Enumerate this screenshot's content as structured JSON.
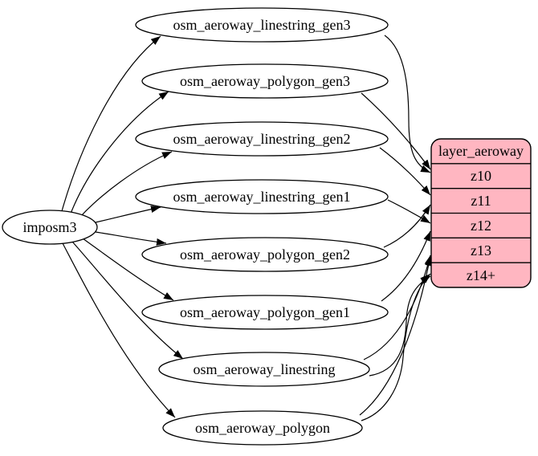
{
  "diagram": {
    "background": "#ffffff",
    "source": {
      "label": "imposm3"
    },
    "tables": [
      {
        "label": "osm_aeroway_linestring_gen3"
      },
      {
        "label": "osm_aeroway_polygon_gen3"
      },
      {
        "label": "osm_aeroway_linestring_gen2"
      },
      {
        "label": "osm_aeroway_linestring_gen1"
      },
      {
        "label": "osm_aeroway_polygon_gen2"
      },
      {
        "label": "osm_aeroway_polygon_gen1"
      },
      {
        "label": "osm_aeroway_linestring"
      },
      {
        "label": "osm_aeroway_polygon"
      }
    ],
    "layer": {
      "title": "layer_aeroway",
      "rows": [
        "z10",
        "z11",
        "z12",
        "z13",
        "z14+"
      ],
      "fill": "#ffb6c1",
      "stroke": "#000000"
    },
    "edges": [
      {
        "from": "imposm3",
        "to": "osm_aeroway_linestring_gen3"
      },
      {
        "from": "imposm3",
        "to": "osm_aeroway_polygon_gen3"
      },
      {
        "from": "imposm3",
        "to": "osm_aeroway_linestring_gen2"
      },
      {
        "from": "imposm3",
        "to": "osm_aeroway_linestring_gen1"
      },
      {
        "from": "imposm3",
        "to": "osm_aeroway_polygon_gen2"
      },
      {
        "from": "imposm3",
        "to": "osm_aeroway_polygon_gen1"
      },
      {
        "from": "imposm3",
        "to": "osm_aeroway_linestring"
      },
      {
        "from": "imposm3",
        "to": "osm_aeroway_polygon"
      },
      {
        "from": "osm_aeroway_linestring_gen3",
        "to": "layer_aeroway.z10"
      },
      {
        "from": "osm_aeroway_polygon_gen3",
        "to": "layer_aeroway.z10"
      },
      {
        "from": "osm_aeroway_linestring_gen2",
        "to": "layer_aeroway.z11"
      },
      {
        "from": "osm_aeroway_polygon_gen2",
        "to": "layer_aeroway.z11"
      },
      {
        "from": "osm_aeroway_linestring_gen1",
        "to": "layer_aeroway.z12"
      },
      {
        "from": "osm_aeroway_polygon_gen1",
        "to": "layer_aeroway.z12"
      },
      {
        "from": "osm_aeroway_linestring",
        "to": "layer_aeroway.z13"
      },
      {
        "from": "osm_aeroway_polygon",
        "to": "layer_aeroway.z13"
      },
      {
        "from": "osm_aeroway_linestring",
        "to": "layer_aeroway.z14+"
      },
      {
        "from": "osm_aeroway_polygon",
        "to": "layer_aeroway.z14+"
      }
    ]
  }
}
